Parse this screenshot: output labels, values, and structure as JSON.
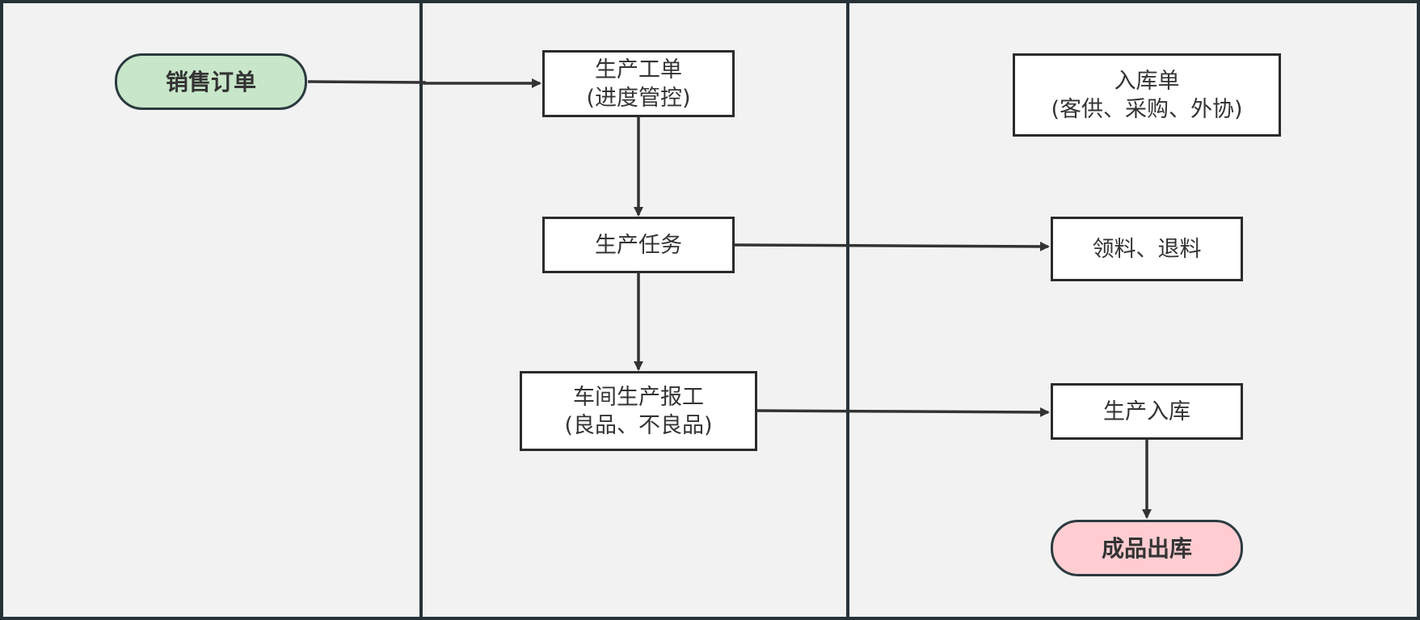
{
  "nodes": {
    "sales_order": {
      "label": "销售订单"
    },
    "work_order": {
      "line1": "生产工单",
      "line2": "(进度管控)"
    },
    "production_task": {
      "label": "生产任务"
    },
    "workshop_report": {
      "line1": "车间生产报工",
      "line2": "(良品、不良品)"
    },
    "inbound_doc": {
      "line1": "入库单",
      "line2": "(客供、采购、外协)"
    },
    "material_issue": {
      "label": "领料、退料"
    },
    "production_inbound": {
      "label": "生产入库"
    },
    "finished_outbound": {
      "label": "成品出库"
    }
  },
  "colors": {
    "start_fill": "#c8e6c9",
    "end_fill": "#ffcdd2",
    "line": "#2b2b2b",
    "background": "#f2f2f2"
  }
}
